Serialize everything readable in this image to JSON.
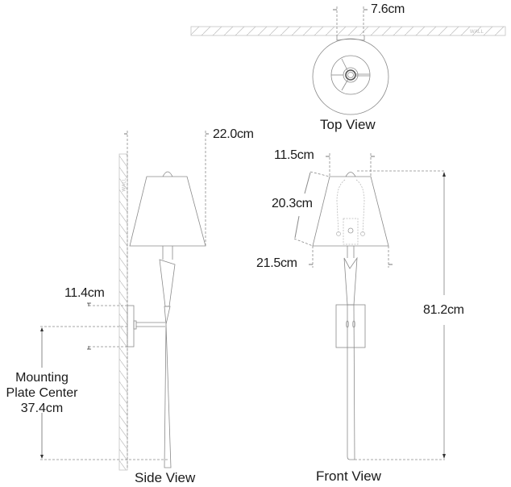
{
  "diagram": {
    "colors": {
      "line": "#8a8a8a",
      "hatch": "#c8c8c8",
      "dim": "#9a9a9a",
      "text": "#1a1a1a"
    },
    "wall_label": "WALL",
    "top_view": {
      "label": "Top View",
      "dimensions": {
        "plate_width": "7.6cm"
      }
    },
    "side_view": {
      "label": "Side View",
      "dimensions": {
        "extension": "22.0cm",
        "plate_height": "11.4cm",
        "mounting_plate_center_line1": "Mounting",
        "mounting_plate_center_line2": "Plate Center",
        "mounting_plate_center_value": "37.4cm"
      }
    },
    "front_view": {
      "label": "Front View",
      "dimensions": {
        "shade_top_width": "11.5cm",
        "shade_slant_height": "20.3cm",
        "shade_bottom_width": "21.5cm",
        "overall_height": "81.2cm"
      }
    }
  }
}
